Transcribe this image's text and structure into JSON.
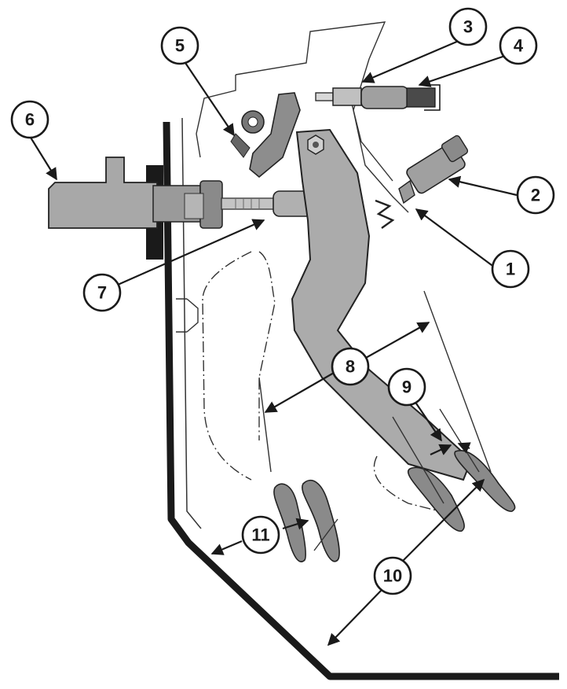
{
  "colors": {
    "ink": "#1a1a1a",
    "metal": "#a8a8a8",
    "metal_dark": "#7a7a7a",
    "pad": "#8a8a8a",
    "paper": "#ffffff"
  },
  "callouts": [
    {
      "id": "1",
      "label": "1"
    },
    {
      "id": "2",
      "label": "2"
    },
    {
      "id": "3",
      "label": "3"
    },
    {
      "id": "4",
      "label": "4"
    },
    {
      "id": "5",
      "label": "5"
    },
    {
      "id": "6",
      "label": "6"
    },
    {
      "id": "7",
      "label": "7"
    },
    {
      "id": "8",
      "label": "8"
    },
    {
      "id": "9",
      "label": "9"
    },
    {
      "id": "10",
      "label": "10"
    },
    {
      "id": "11",
      "label": "11"
    }
  ]
}
